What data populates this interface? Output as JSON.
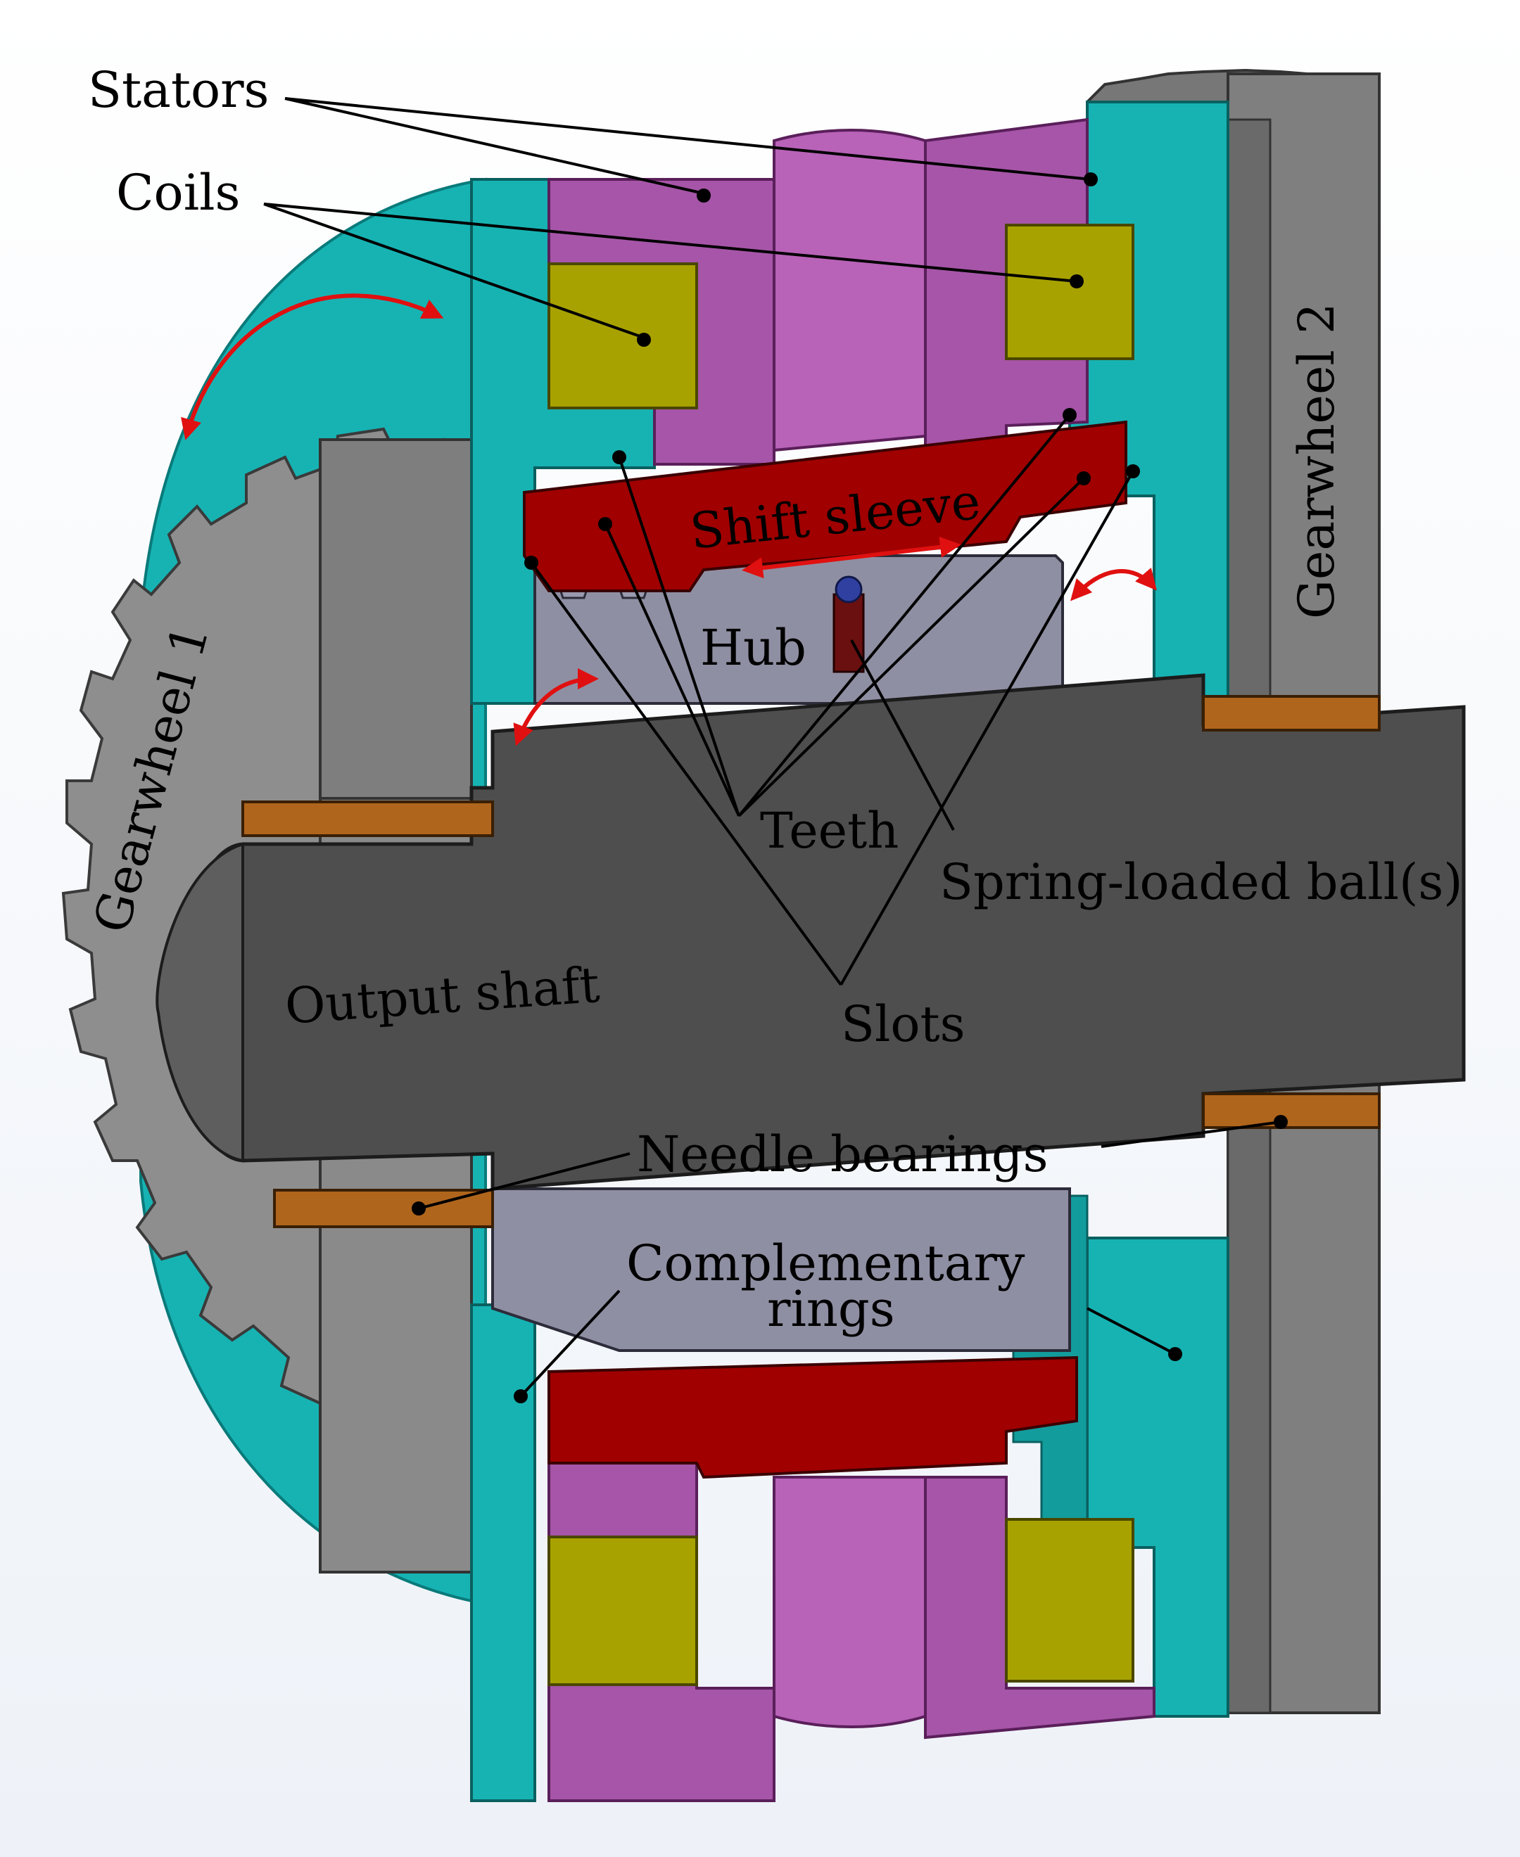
{
  "labels": {
    "stators": "Stators",
    "coils": "Coils",
    "shift_sleeve": "Shift sleeve",
    "hub": "Hub",
    "gearwheel_1": "Gearwheel 1",
    "gearwheel_2": "Gearwheel 2",
    "teeth": "Teeth",
    "spring_loaded_balls": "Spring-loaded ball(s)",
    "output_shaft": "Output shaft",
    "slots": "Slots",
    "needle_bearings": "Needle bearings",
    "complementary_rings_line1": "Complementary",
    "complementary_rings_line2": "rings"
  },
  "colors": {
    "background": "#ffffff",
    "stator": "#a655a8",
    "coil": "#a8a200",
    "complementary_ring": "#17b3b3",
    "shift_sleeve": "#a00000",
    "hub": "#8f8fa0",
    "shaft": "#4e4e4e",
    "gear": "#8e8e8e",
    "bearing": "#b0651c",
    "motion_arrow": "#e01010"
  }
}
